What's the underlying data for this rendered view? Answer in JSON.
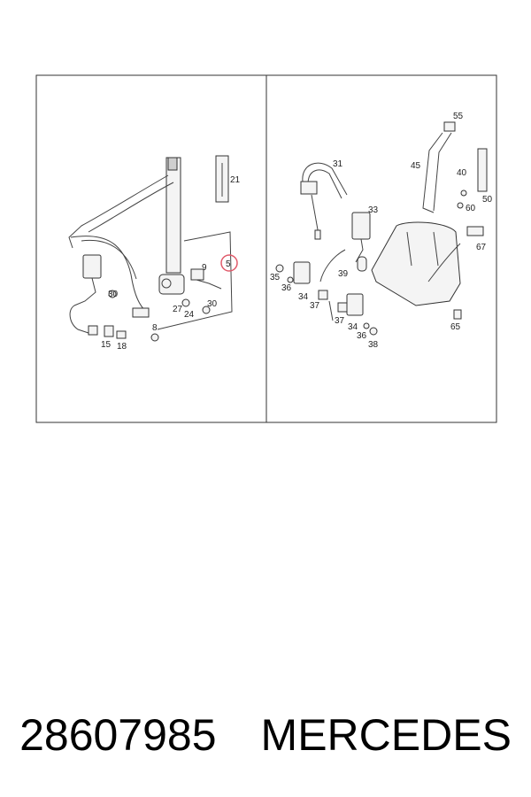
{
  "highlight_color": "#e05a6a",
  "caption": {
    "part_number": "28607985",
    "brand": "MERCEDES"
  },
  "left_panel": {
    "callouts": [
      "21",
      "9",
      "5",
      "30",
      "27",
      "24",
      "30",
      "8",
      "15",
      "18"
    ]
  },
  "right_panel": {
    "callouts": [
      "55",
      "31",
      "45",
      "40",
      "50",
      "60",
      "33",
      "67",
      "35",
      "36",
      "39",
      "34",
      "37",
      "37",
      "34",
      "36",
      "38",
      "65"
    ]
  }
}
